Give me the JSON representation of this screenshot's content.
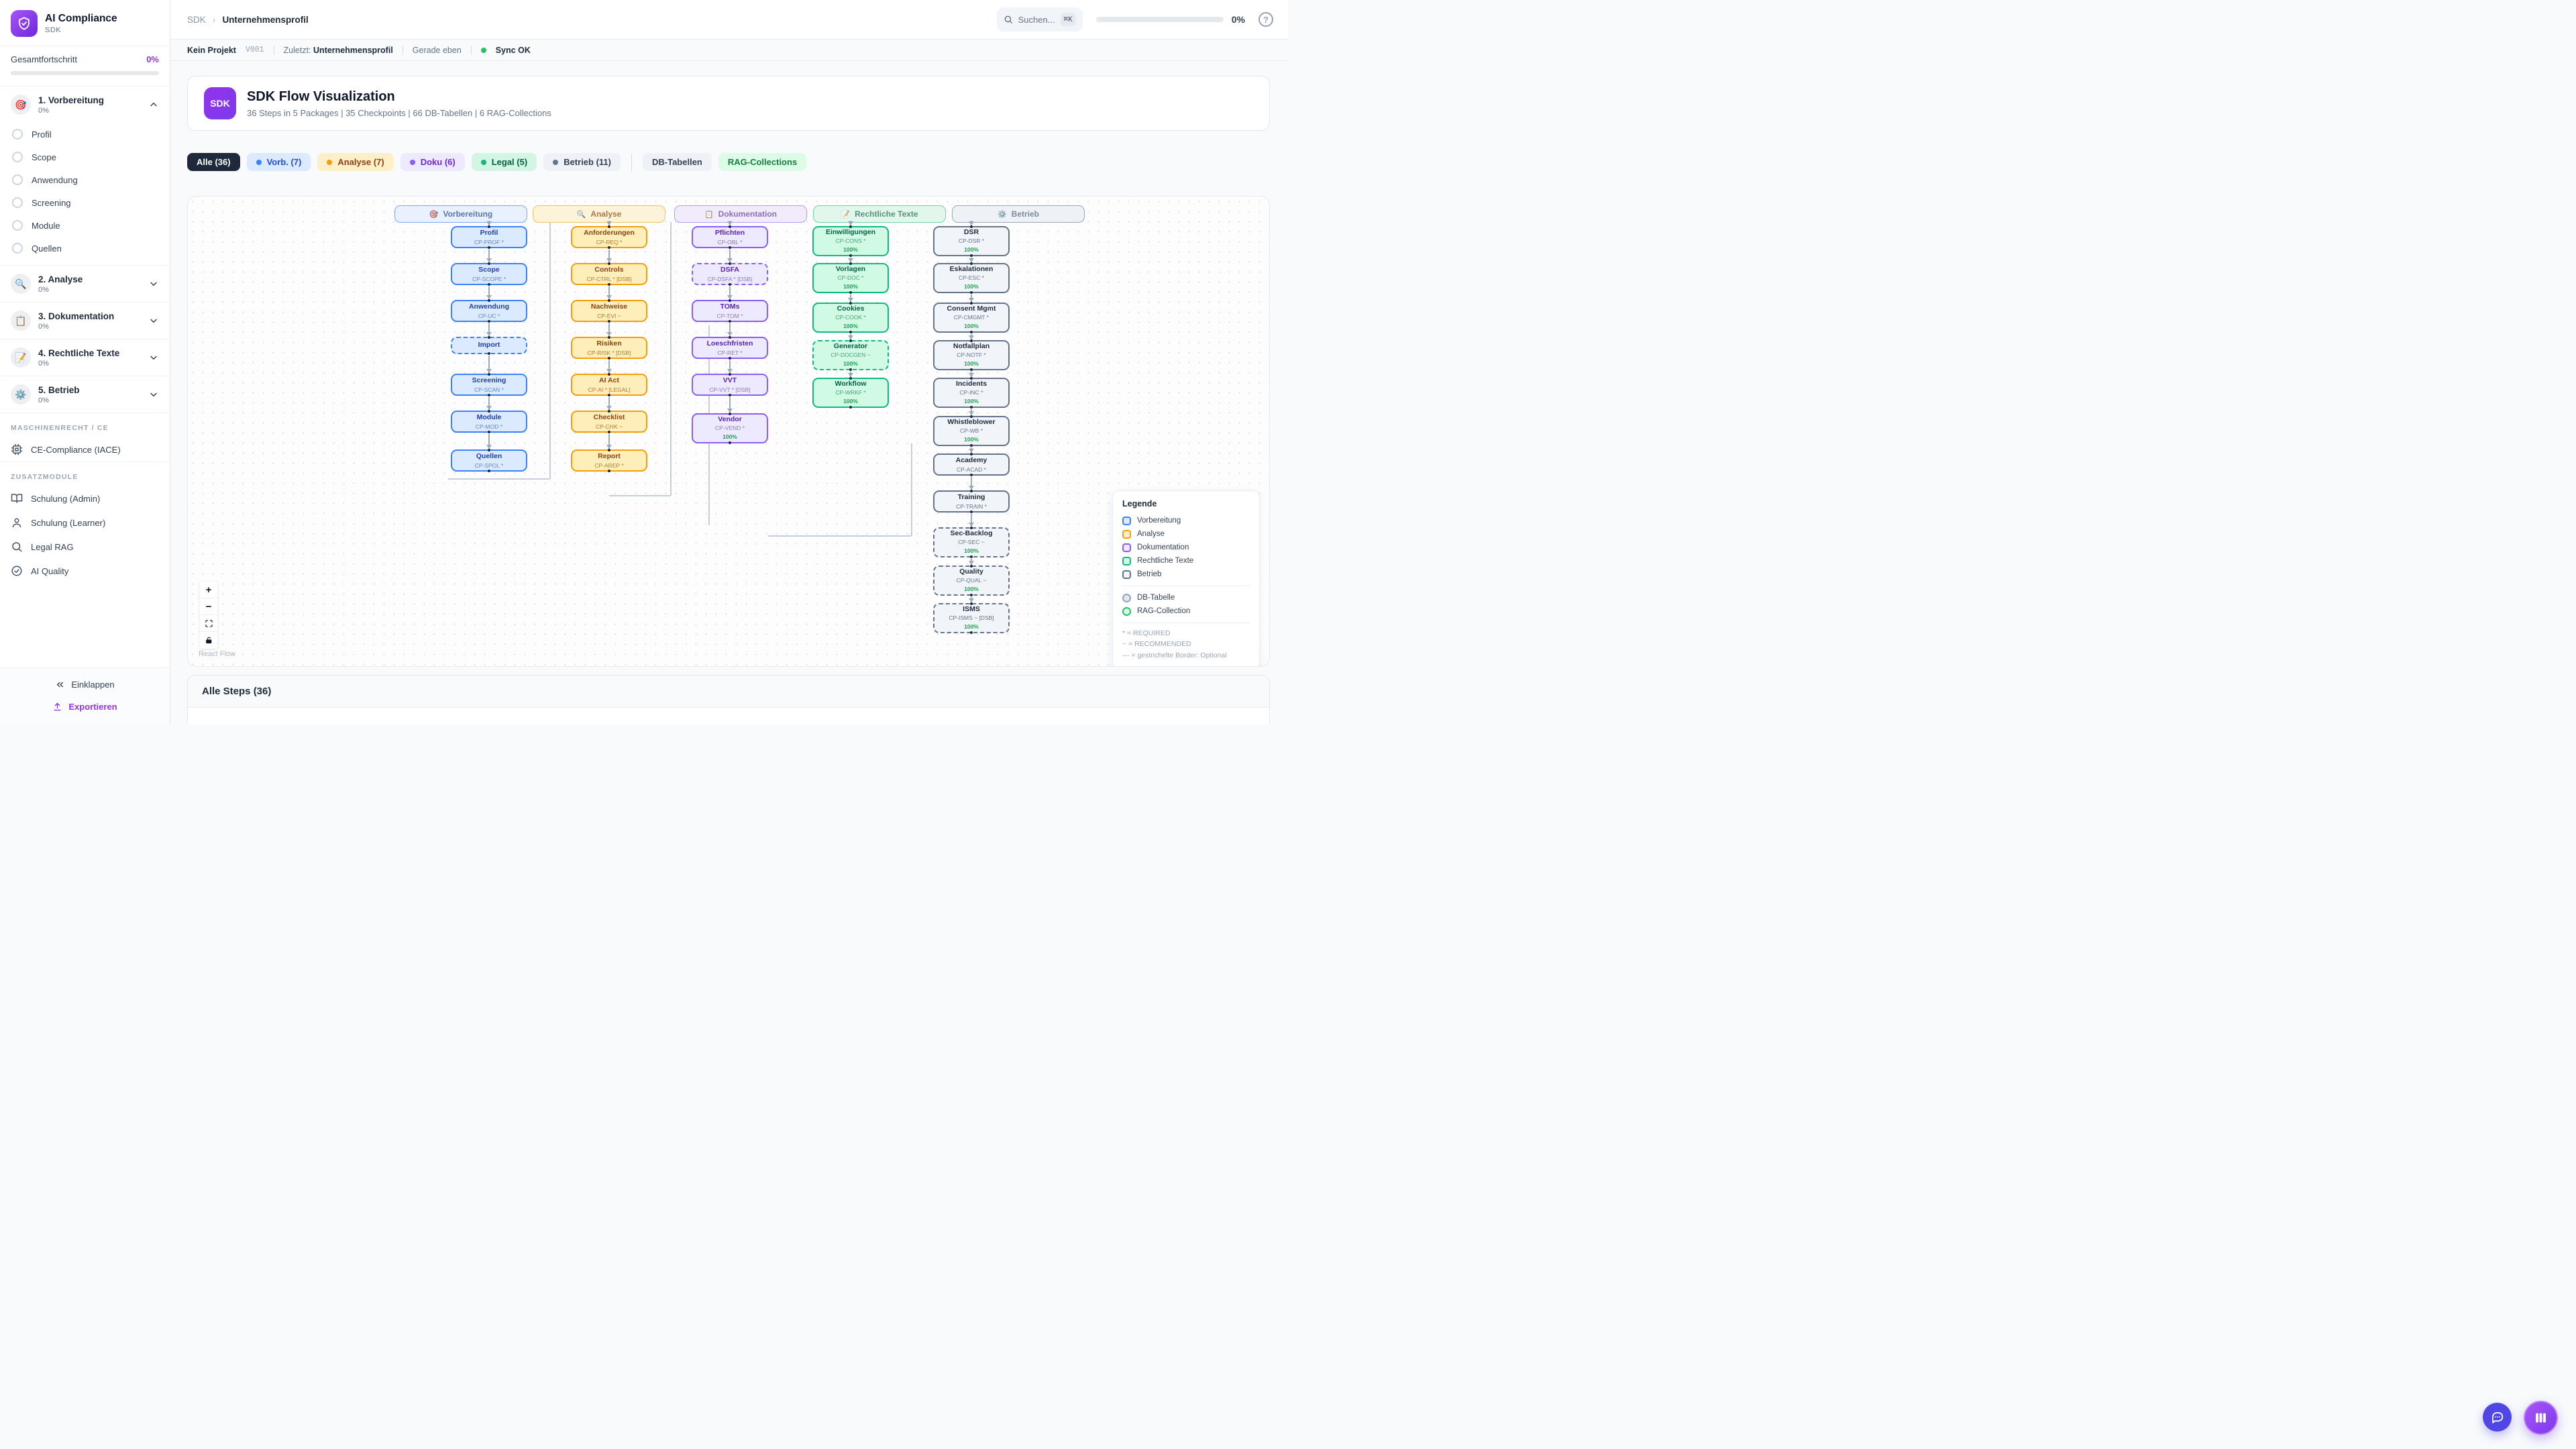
{
  "sidebar": {
    "app_title": "AI Compliance",
    "app_subtitle": "SDK",
    "overall_label": "Gesamtfortschritt",
    "overall_value": "0%",
    "phases": [
      {
        "icon": "🎯",
        "label": "1. Vorbereitung",
        "percent": "0%",
        "expanded": true,
        "items": [
          "Profil",
          "Scope",
          "Anwendung",
          "Screening",
          "Module",
          "Quellen"
        ]
      },
      {
        "icon": "🔍",
        "label": "2. Analyse",
        "percent": "0%",
        "expanded": false,
        "items": []
      },
      {
        "icon": "📋",
        "label": "3. Dokumentation",
        "percent": "0%",
        "expanded": false,
        "items": []
      },
      {
        "icon": "📝",
        "label": "4. Rechtliche Texte",
        "percent": "0%",
        "expanded": false,
        "items": []
      },
      {
        "icon": "⚙️",
        "label": "5. Betrieb",
        "percent": "0%",
        "expanded": false,
        "items": []
      }
    ],
    "section_machine": "MASCHINENRECHT / CE",
    "ce_item": "CE-Compliance (IACE)",
    "section_addons": "ZUSATZMODULE",
    "addons": [
      {
        "icon": "book-icon",
        "label": "Schulung (Admin)"
      },
      {
        "icon": "person-icon",
        "label": "Schulung (Learner)"
      },
      {
        "icon": "search-icon",
        "label": "Legal RAG"
      },
      {
        "icon": "check-circle-icon",
        "label": "AI Quality"
      }
    ],
    "collapse_label": "Einklappen",
    "export_label": "Exportieren"
  },
  "header": {
    "breadcrumb_root": "SDK",
    "breadcrumb_current": "Unternehmensprofil",
    "search_placeholder": "Suchen...",
    "search_kbd": "⌘K",
    "progress": "0%"
  },
  "statusbar": {
    "project": "Kein Projekt",
    "version": "V001",
    "last_label": "Zuletzt:",
    "last_value": "Unternehmensprofil",
    "time": "Gerade eben",
    "sync": "Sync OK"
  },
  "hero": {
    "badge": "SDK",
    "title": "SDK Flow Visualization",
    "subtitle": "36 Steps in 5 Packages | 35 Checkpoints | 66 DB-Tabellen | 6 RAG-Collections"
  },
  "filters": [
    {
      "label": "Alle (36)",
      "style": "dark",
      "dot": false
    },
    {
      "label": "Vorb. (7)",
      "style": "blue",
      "dot": true
    },
    {
      "label": "Analyse (7)",
      "style": "amber",
      "dot": true
    },
    {
      "label": "Doku (6)",
      "style": "purple",
      "dot": true
    },
    {
      "label": "Legal (5)",
      "style": "green",
      "dot": true
    },
    {
      "label": "Betrieb (11)",
      "style": "slate",
      "dot": true
    },
    {
      "divider": true
    },
    {
      "label": "DB-Tabellen",
      "style": "ghost",
      "dot": false
    },
    {
      "label": "RAG-Collections",
      "style": "rag",
      "dot": false
    }
  ],
  "flow": {
    "groups": [
      {
        "icon": "🎯",
        "label": "Vorbereitung",
        "color": "blue"
      },
      {
        "icon": "🔍",
        "label": "Analyse",
        "color": "amber"
      },
      {
        "icon": "📋",
        "label": "Dokumentation",
        "color": "purple"
      },
      {
        "icon": "📝",
        "label": "Rechtliche Texte",
        "color": "green"
      },
      {
        "icon": "⚙️",
        "label": "Betrieb",
        "color": "slate"
      }
    ],
    "columns": [
      {
        "color": "blue",
        "nodes": [
          {
            "title": "Profil",
            "sub": "CP-PROF *"
          },
          {
            "title": "Scope",
            "sub": "CP-SCOPE *"
          },
          {
            "title": "Anwendung",
            "sub": "CP-UC *"
          },
          {
            "title": "Import",
            "dashed": true
          },
          {
            "title": "Screening",
            "sub": "CP-SCAN *"
          },
          {
            "title": "Module",
            "sub": "CP-MOD *"
          },
          {
            "title": "Quellen",
            "sub": "CP-SPOL *"
          }
        ]
      },
      {
        "color": "amber",
        "nodes": [
          {
            "title": "Anforderungen",
            "sub": "CP-REQ *"
          },
          {
            "title": "Controls",
            "sub": "CP-CTRL * [DSB]"
          },
          {
            "title": "Nachweise",
            "sub": "CP-EVI ~"
          },
          {
            "title": "Risiken",
            "sub": "CP-RISK * [DSB]"
          },
          {
            "title": "AI Act",
            "sub": "CP-AI * [LEGAL]"
          },
          {
            "title": "Checklist",
            "sub": "CP-CHK ~"
          },
          {
            "title": "Report",
            "sub": "CP-AREP *"
          }
        ]
      },
      {
        "color": "purple",
        "nodes": [
          {
            "title": "Pflichten",
            "sub": "CP-OBL *"
          },
          {
            "title": "DSFA",
            "sub": "CP-DSFA * [DSB]",
            "dashed": true
          },
          {
            "title": "TOMs",
            "sub": "CP-TOM *"
          },
          {
            "title": "Loeschfristen",
            "sub": "CP-RET *"
          },
          {
            "title": "VVT",
            "sub": "CP-VVT * [DSB]"
          },
          {
            "title": "Vendor",
            "sub": "CP-VEND *",
            "progress": "100%"
          }
        ]
      },
      {
        "color": "green",
        "nodes": [
          {
            "title": "Einwilligungen",
            "sub": "CP-CONS *",
            "progress": "100%"
          },
          {
            "title": "Vorlagen",
            "sub": "CP-DOC *",
            "progress": "100%"
          },
          {
            "title": "Cookies",
            "sub": "CP-COOK *",
            "progress": "100%"
          },
          {
            "title": "Generator",
            "sub": "CP-DOCGEN ~",
            "progress": "100%",
            "dashed": true
          },
          {
            "title": "Workflow",
            "sub": "CP-WRKF *",
            "progress": "100%"
          }
        ]
      },
      {
        "color": "slate",
        "nodes": [
          {
            "title": "DSR",
            "sub": "CP-DSR *",
            "progress": "100%"
          },
          {
            "title": "Eskalationen",
            "sub": "CP-ESC *",
            "progress": "100%"
          },
          {
            "title": "Consent Mgmt",
            "sub": "CP-CMGMT *",
            "progress": "100%"
          },
          {
            "title": "Notfallplan",
            "sub": "CP-NOTF *",
            "progress": "100%"
          },
          {
            "title": "Incidents",
            "sub": "CP-INC *",
            "progress": "100%"
          },
          {
            "title": "Whistleblower",
            "sub": "CP-WB *",
            "progress": "100%"
          },
          {
            "title": "Academy",
            "sub": "CP-ACAD *"
          },
          {
            "title": "Training",
            "sub": "CP-TRAIN *"
          },
          {
            "title": "Sec-Backlog",
            "sub": "CP-SEC ~",
            "progress": "100%",
            "dashed": true
          },
          {
            "title": "Quality",
            "sub": "CP-QUAL ~",
            "progress": "100%",
            "dashed": true
          },
          {
            "title": "ISMS",
            "sub": "CP-ISMS ~ [DSB]",
            "progress": "100%",
            "dashed": true
          }
        ]
      }
    ],
    "legend": {
      "title": "Legende",
      "groups": [
        {
          "label": "Vorbereitung",
          "color": "blue"
        },
        {
          "label": "Analyse",
          "color": "amber"
        },
        {
          "label": "Dokumentation",
          "color": "purple"
        },
        {
          "label": "Rechtliche Texte",
          "color": "green"
        },
        {
          "label": "Betrieb",
          "color": "slate"
        }
      ],
      "shapes": [
        {
          "label": "DB-Tabelle",
          "color": "db"
        },
        {
          "label": "RAG-Collection",
          "color": "rag"
        }
      ],
      "notes": [
        "* = REQUIRED",
        "~ = RECOMMENDED",
        "--- = gestrichelte Border: Optional"
      ]
    },
    "controls": [
      "zoom-in",
      "zoom-out",
      "fit-view",
      "lock"
    ],
    "attribution": "React Flow"
  },
  "bottom": {
    "title": "Alle Steps (36)"
  },
  "colors": {
    "accent_purple": "#9333ea",
    "sync_green": "#22c55e",
    "progress_green": "#22c55e"
  }
}
